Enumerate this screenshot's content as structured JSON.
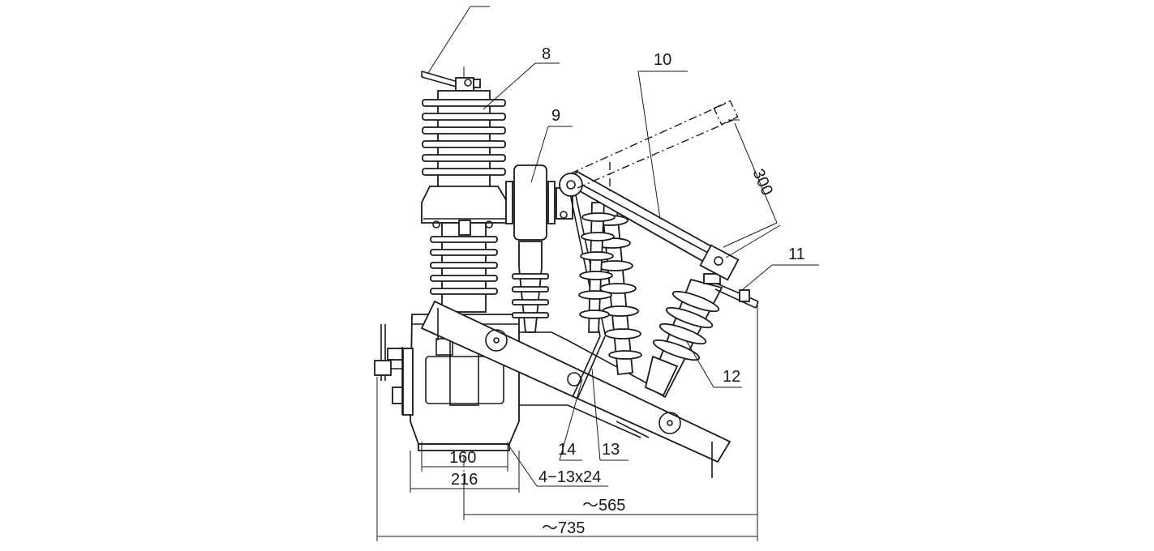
{
  "callouts": {
    "c8": "8",
    "c9": "9",
    "c10": "10",
    "c11": "11",
    "c12": "12",
    "c13": "13",
    "c14": "14"
  },
  "dimensions": {
    "d160": "160",
    "d216": "216",
    "mount_holes": "4−13x24",
    "d565": "～565",
    "d735": "～735",
    "stroke_small": "300"
  }
}
